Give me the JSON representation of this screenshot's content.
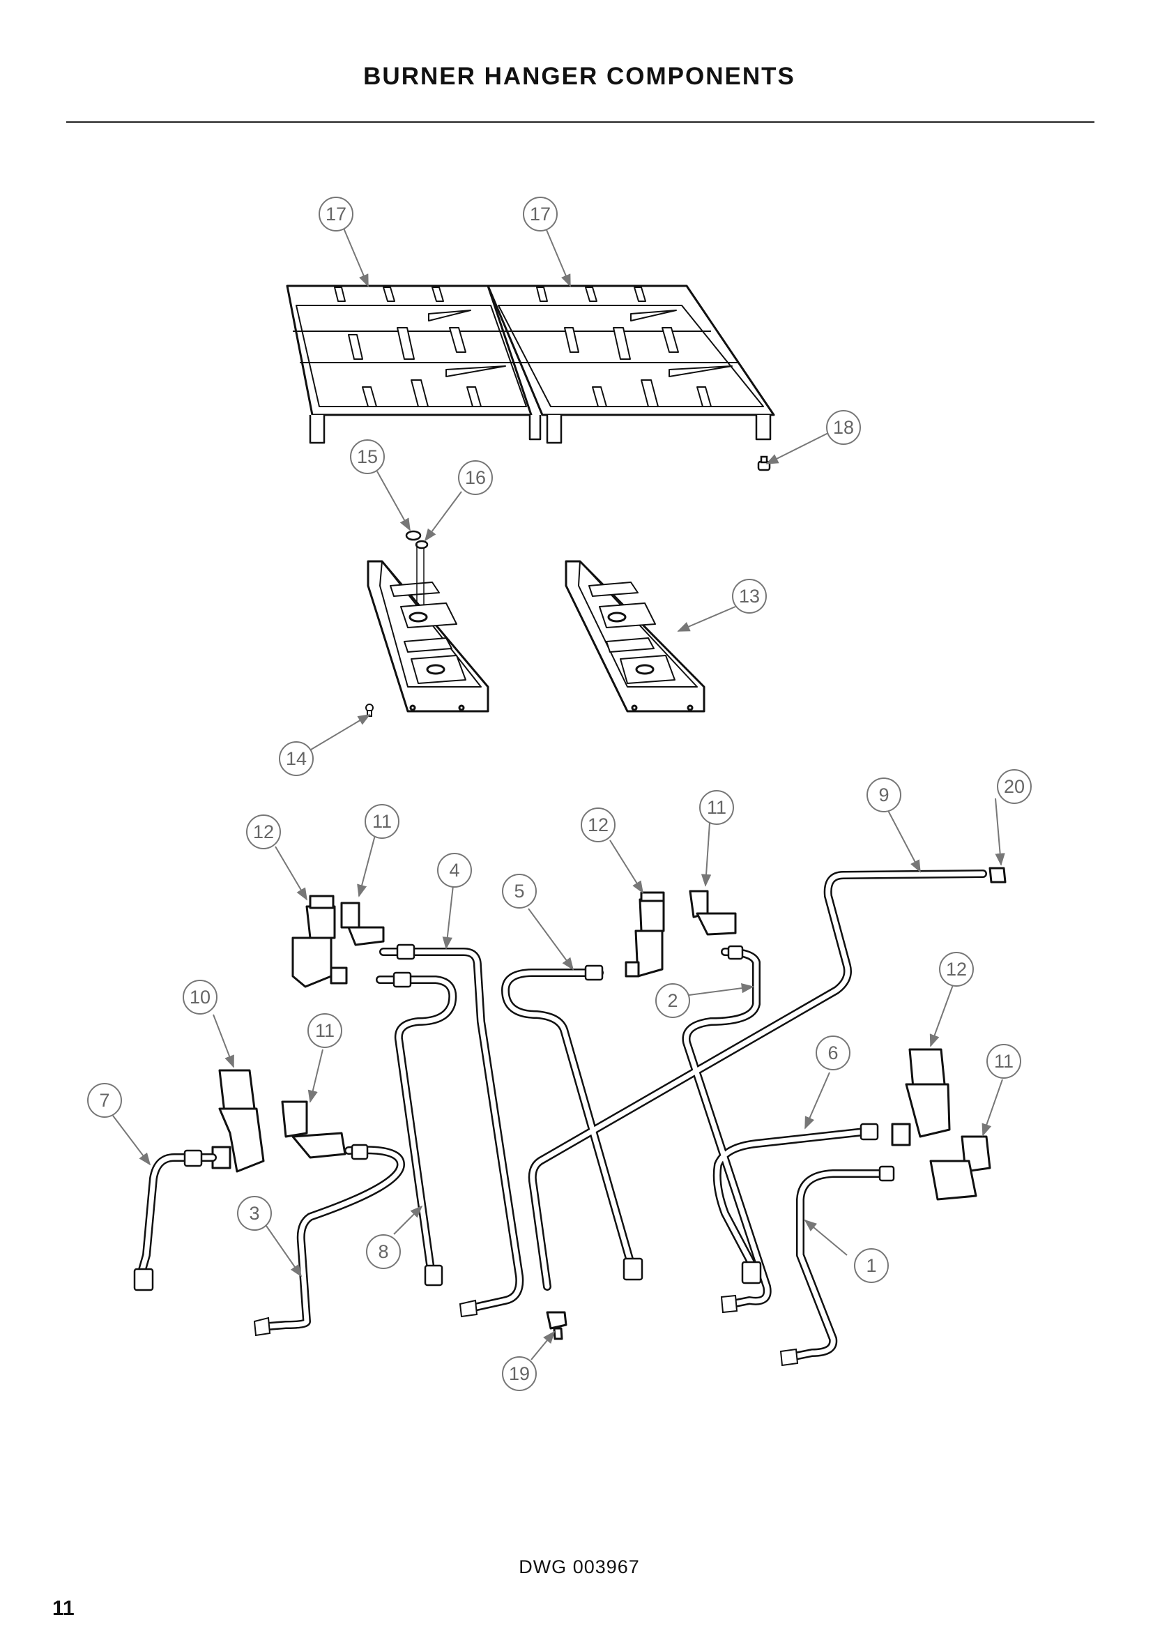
{
  "header": {
    "title": "BURNER HANGER COMPONENTS"
  },
  "footer": {
    "drawing_number": "DWG 003967",
    "page_number": "11"
  },
  "callouts": {
    "c1": "1",
    "c2": "2",
    "c3": "3",
    "c4": "4",
    "c5": "5",
    "c6": "6",
    "c7": "7",
    "c8": "8",
    "c9": "9",
    "c10": "10",
    "c11a": "11",
    "c11b": "11",
    "c11c": "11",
    "c11d": "11",
    "c12a": "12",
    "c12b": "12",
    "c12c": "12",
    "c13": "13",
    "c14": "14",
    "c15": "15",
    "c16": "16",
    "c17a": "17",
    "c17b": "17",
    "c18": "18",
    "c19": "19",
    "c20": "20"
  },
  "colors": {
    "line": "#111111",
    "callout": "#777777"
  }
}
